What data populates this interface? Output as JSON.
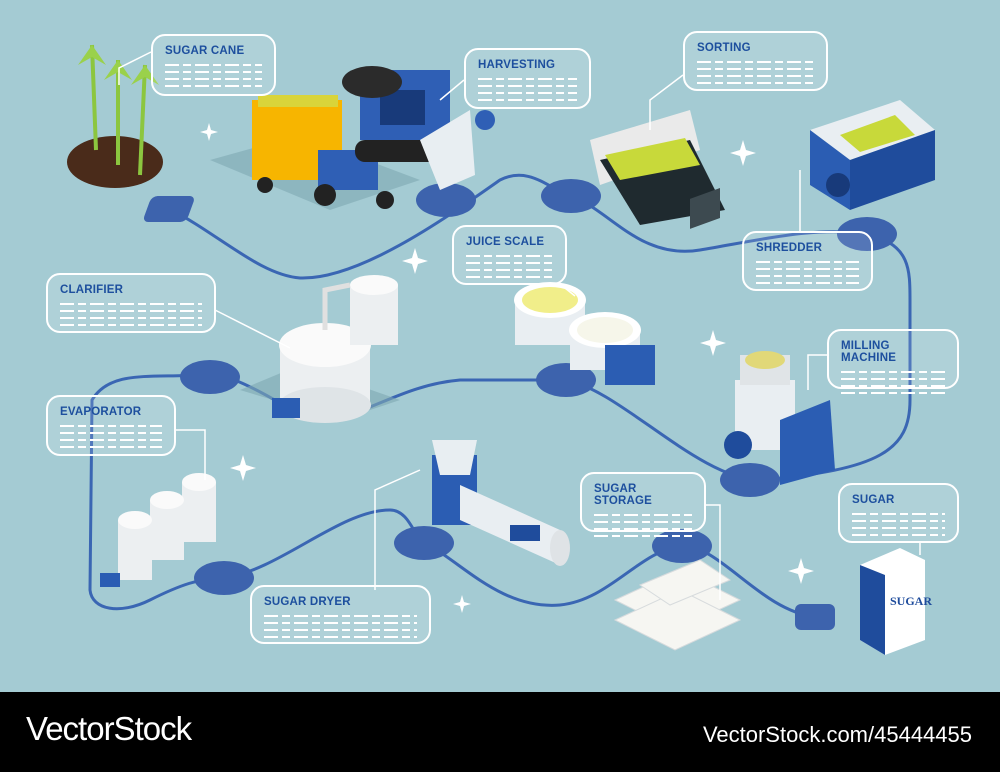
{
  "steps": [
    {
      "id": "sugar-cane",
      "title": "SUGAR CANE"
    },
    {
      "id": "harvesting",
      "title": "HARVESTING"
    },
    {
      "id": "sorting",
      "title": "SORTING"
    },
    {
      "id": "shredder",
      "title": "SHREDDER"
    },
    {
      "id": "juice-scale",
      "title": "JUICE SCALE"
    },
    {
      "id": "clarifier",
      "title": "CLARIFIER"
    },
    {
      "id": "milling-machine",
      "title": "MILLING MACHINE"
    },
    {
      "id": "evaporator",
      "title": "EVAPORATOR"
    },
    {
      "id": "sugar-storage",
      "title": "SUGAR STORAGE"
    },
    {
      "id": "sugar",
      "title": "SUGAR"
    },
    {
      "id": "sugar-dryer",
      "title": "SUGAR DRYER"
    }
  ],
  "product_label": "SUGAR",
  "colors": {
    "background": "#a4cbd3",
    "accent": "#1d4f9e",
    "path": "#3a66b3",
    "node": "#3d63ad"
  },
  "footer": {
    "brand": "VectorStock",
    "id": "VectorStock.com/45444455"
  }
}
